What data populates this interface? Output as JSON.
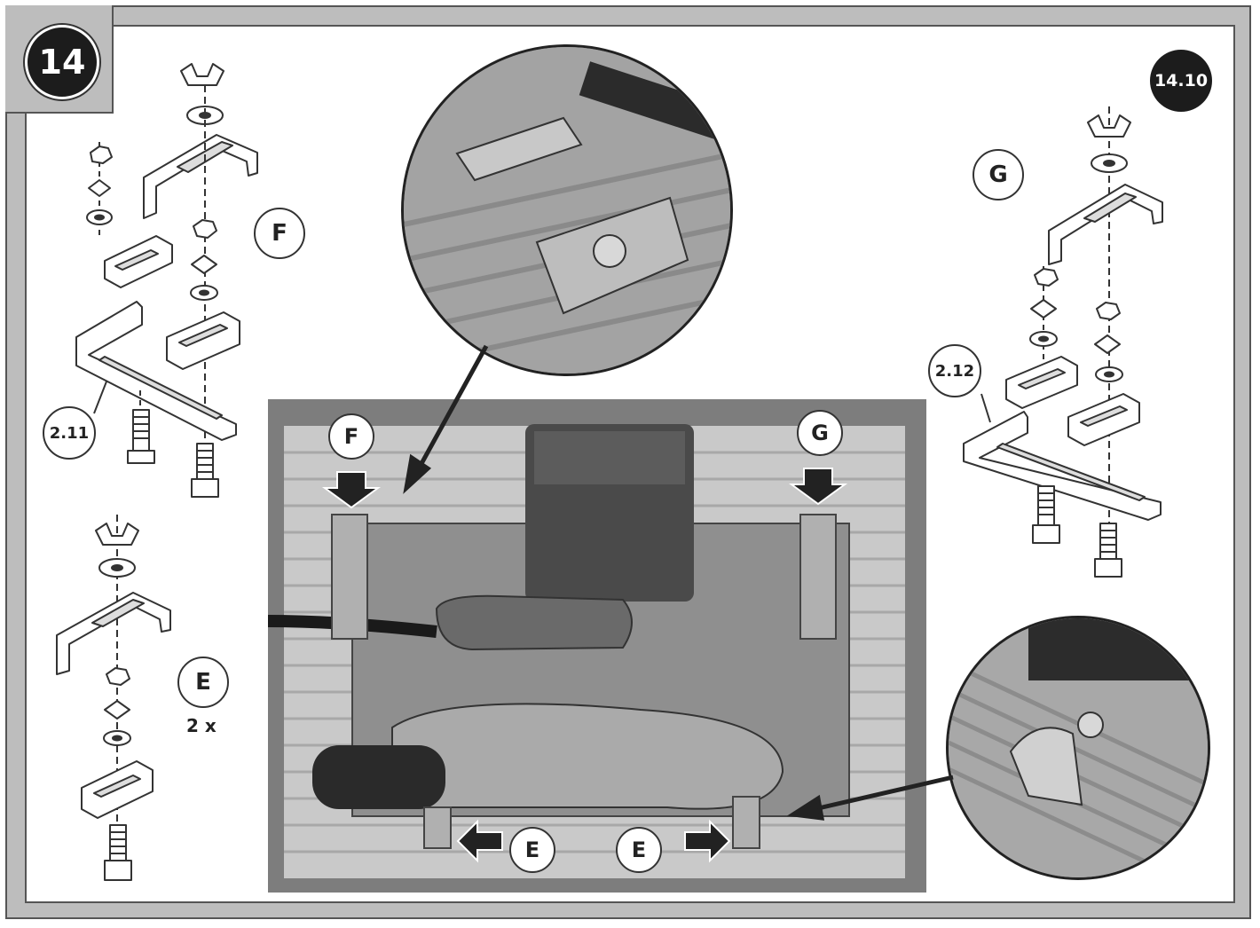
{
  "step": {
    "number": "14",
    "sub_step": "14.10"
  },
  "labels": {
    "F": "F",
    "G": "G",
    "E": "E",
    "part_left": "2.11",
    "part_right": "2.12",
    "quantity_E": "2 x"
  },
  "colors": {
    "frame": "#bdbdbd",
    "ink": "#333333",
    "badge": "#1c1c1c",
    "photo_gray": "#7d7d7d"
  }
}
